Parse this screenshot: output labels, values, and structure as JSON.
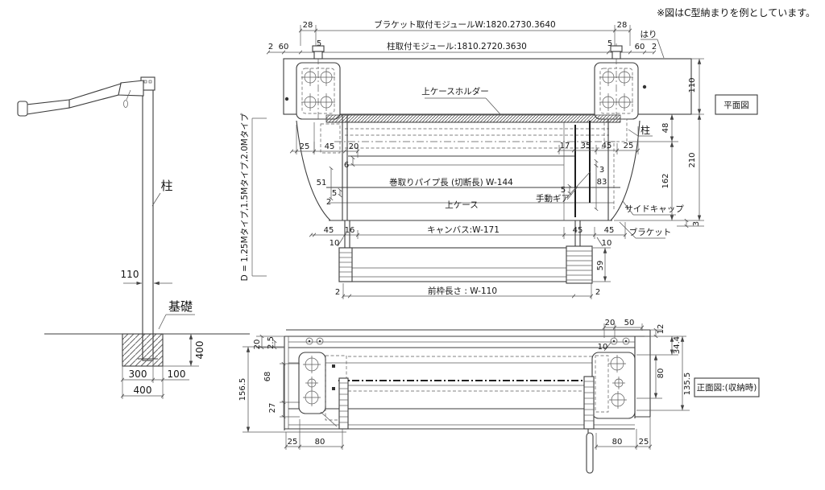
{
  "note": "※図はC型納まりを例としています。",
  "side": {
    "post": "柱",
    "w110": "110",
    "foundation": "基礎",
    "depth": "400",
    "w300": "300",
    "w100": "100",
    "w400": "400",
    "d_range": "D = 1.25Mタイプ,1.5Mタイプ,2.0Mタイプ"
  },
  "plan": {
    "title": "平面図",
    "bracket_module": "ブラケット取付モジュールW:1820.2730.3640",
    "post_module": "柱取付モジュール:1810.2720.3630",
    "hari": "はり",
    "case_holder": "上ケースホルダー",
    "post": "柱",
    "pipe_len": "巻取りパイプ長 (切断長) W-144",
    "upper_case": "上ケース",
    "manual_gear": "手動ギア",
    "side_cap": "サイドキャップ",
    "bracket": "ブラケット",
    "canvas_len": "キャンバス:W-171",
    "front_frame_len": "前枠長さ : W-110",
    "d2": "2",
    "d5": "5",
    "d28": "28",
    "d60": "60",
    "d110": "110",
    "d48": "48",
    "d162": "162",
    "d210": "210",
    "d3": "3",
    "d25": "25",
    "d45": "45",
    "d20": "20",
    "d17": "17",
    "d35": "35",
    "d6": "6",
    "d51": "51",
    "d83": "83",
    "d16": "16",
    "d10": "10",
    "d59": "59"
  },
  "front": {
    "title": "正面図:(収納時)",
    "d20": "20",
    "d2_5": "2.5",
    "d156_5": "156.5",
    "d68": "68",
    "d27": "27",
    "d25": "25",
    "d80": "80",
    "d50": "50",
    "d10": "10",
    "d12": "12",
    "d34_4": "34.4",
    "d135_5": "135.5"
  }
}
